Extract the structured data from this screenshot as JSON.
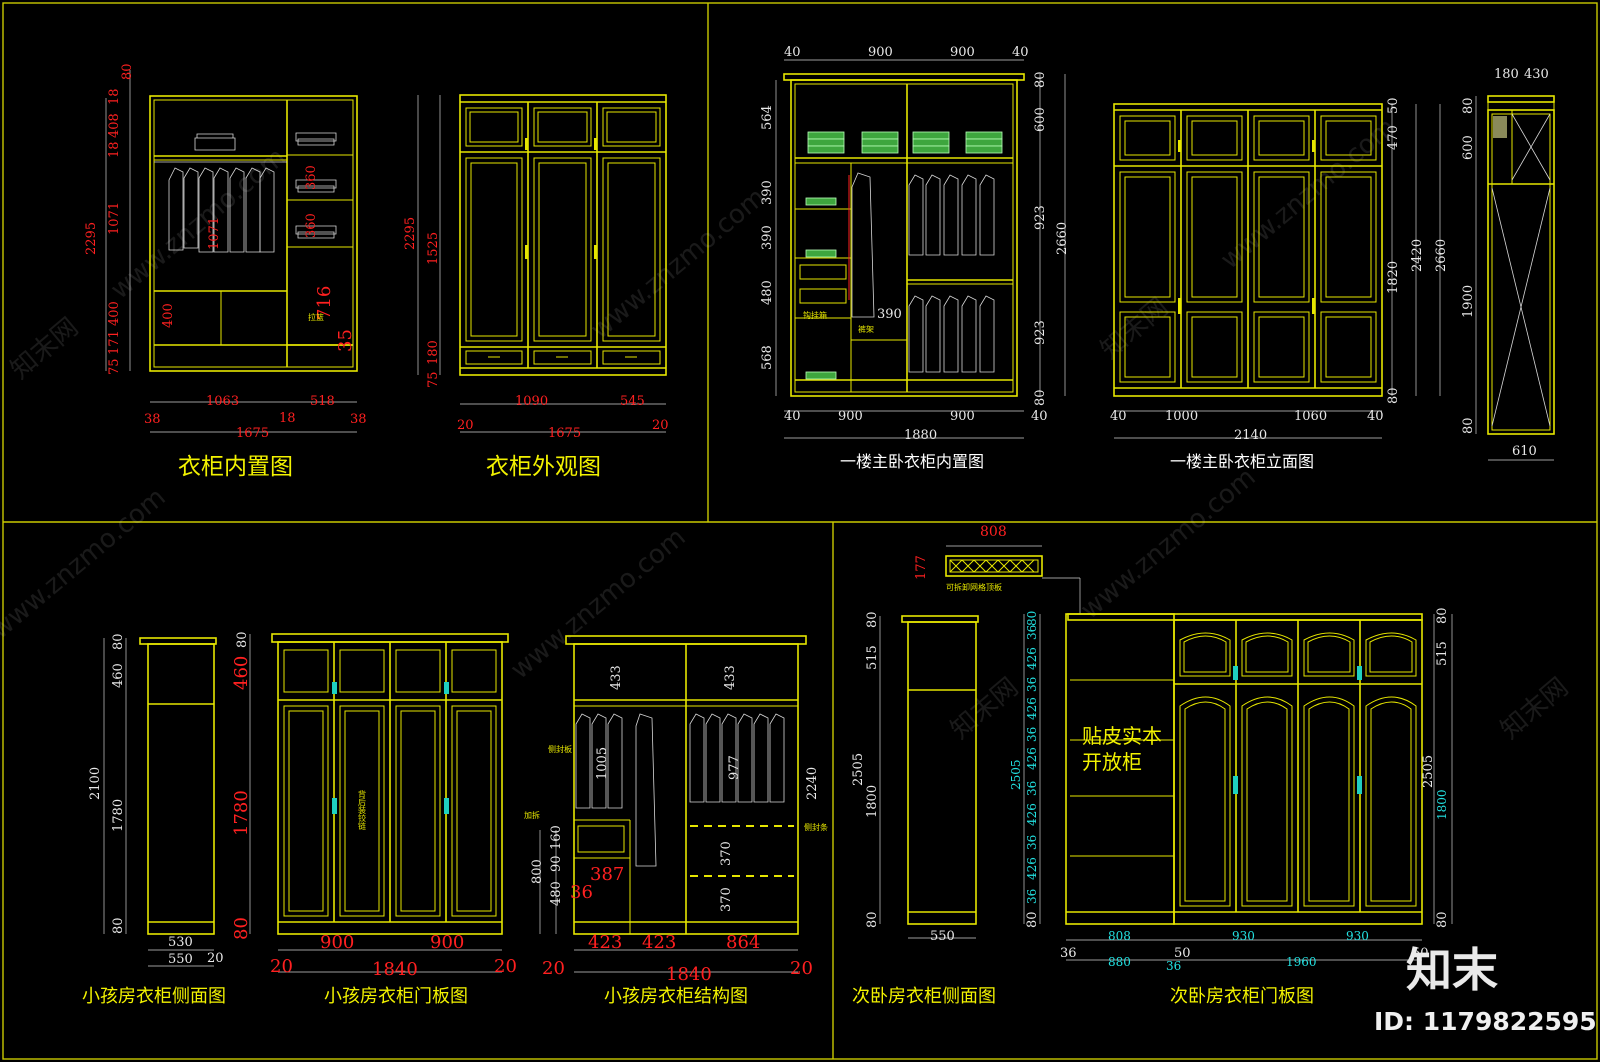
{
  "titles": {
    "p1": "衣柜内置图",
    "p2": "衣柜外观图",
    "p3": "一楼主卧衣柜内置图",
    "p4": "一楼主卧衣柜立面图",
    "p5": "小孩房衣柜侧面图",
    "p6": "小孩房衣柜门板图",
    "p7": "小孩房衣柜结构图",
    "p8": "次卧房衣柜侧面图",
    "p9": "次卧房衣柜门板图"
  },
  "notes": {
    "open_cabinet_1": "贴皮实本",
    "open_cabinet_2": "开放柜",
    "top_panel": "可拆卸网格顶板",
    "side_seal": "侧封板",
    "side_strip": "侧封条",
    "add_hook": "加拆",
    "back_hinge": "背后装铰链",
    "hook_box": "钩挂箱",
    "pants_rack": "裤架",
    "pull_basket": "拉篮"
  },
  "watermarks": [
    "www.znzmo.com",
    "知末网"
  ],
  "brand": {
    "logo": "知末",
    "id_label": "ID: 1179822595"
  },
  "dims": {
    "p1_total_height": "2295",
    "p1_width_total": "1675",
    "p1_w_left": "1063",
    "p1_w_right": "518",
    "p1_side": "38",
    "p1_mid": "18",
    "p1_heights": [
      "80",
      "18",
      "408",
      "18",
      "1071",
      "400",
      "171",
      "75"
    ],
    "p1_red_inner": [
      "1071",
      "400",
      "716",
      "35"
    ],
    "p1_shelf": [
      "360",
      "360"
    ],
    "p2_height": "2295",
    "p2_h_upper": "1525",
    "p2_h_lower": "180",
    "p2_h_base": "75",
    "p2_w_left": "1090",
    "p2_w_right": "545",
    "p2_total": "1675",
    "p2_side": "20",
    "p3_top": [
      "40",
      "900",
      "900",
      "40"
    ],
    "p3_bottom": [
      "40",
      "900",
      "900",
      "40"
    ],
    "p3_total": "1880",
    "p3_left_h": [
      "564",
      "390",
      "390",
      "480",
      "568"
    ],
    "p3_right_h": [
      "80",
      "600",
      "923",
      "923",
      "80"
    ],
    "p3_height": "2660",
    "p3_inner": "390",
    "p4_bottom": [
      "40",
      "1000",
      "1060",
      "40"
    ],
    "p4_total": "2140",
    "p4_right": [
      "50",
      "470",
      "1820",
      "80"
    ],
    "p4_height": "2420",
    "p4_total_h": "2660",
    "p4_side_top": [
      "180",
      "430"
    ],
    "p4_side_h": [
      "80",
      "600",
      "1900",
      "80"
    ],
    "p4_side_w": "610",
    "p5_h": [
      "80",
      "460",
      "1780",
      "80"
    ],
    "p5_total": "2100",
    "p5_w": [
      "530",
      "550",
      "20"
    ],
    "p6_h": [
      "80",
      "460",
      "1780",
      "80"
    ],
    "p6_w": [
      "900",
      "900"
    ],
    "p6_total": "1840",
    "p6_side": "20",
    "p7_h": [
      "433",
      "433",
      "1005",
      "977",
      "2240",
      "370",
      "370"
    ],
    "p7_left": [
      "160",
      "90",
      "800",
      "480"
    ],
    "p7_red": [
      "387",
      "36"
    ],
    "p7_w": [
      "423",
      "423",
      "864"
    ],
    "p7_total": "1840",
    "p7_side": "20",
    "p8_h": [
      "80",
      "515",
      "1800",
      "80"
    ],
    "p8_total": "2505",
    "p8_w": "550",
    "p9_top_w": "808",
    "p9_top_h": "177",
    "p9_left_h": [
      "80",
      "36",
      "426",
      "36",
      "426",
      "36",
      "426",
      "36",
      "426",
      "36",
      "426",
      "36",
      "80"
    ],
    "p9_left_total": "2505",
    "p9_right_h": [
      "80",
      "515",
      "1800",
      "80"
    ],
    "p9_right_total": "2505",
    "p9_w1": [
      "808",
      "930",
      "930"
    ],
    "p9_w2": [
      "36",
      "880",
      "50",
      "36",
      "1960",
      "50"
    ]
  }
}
